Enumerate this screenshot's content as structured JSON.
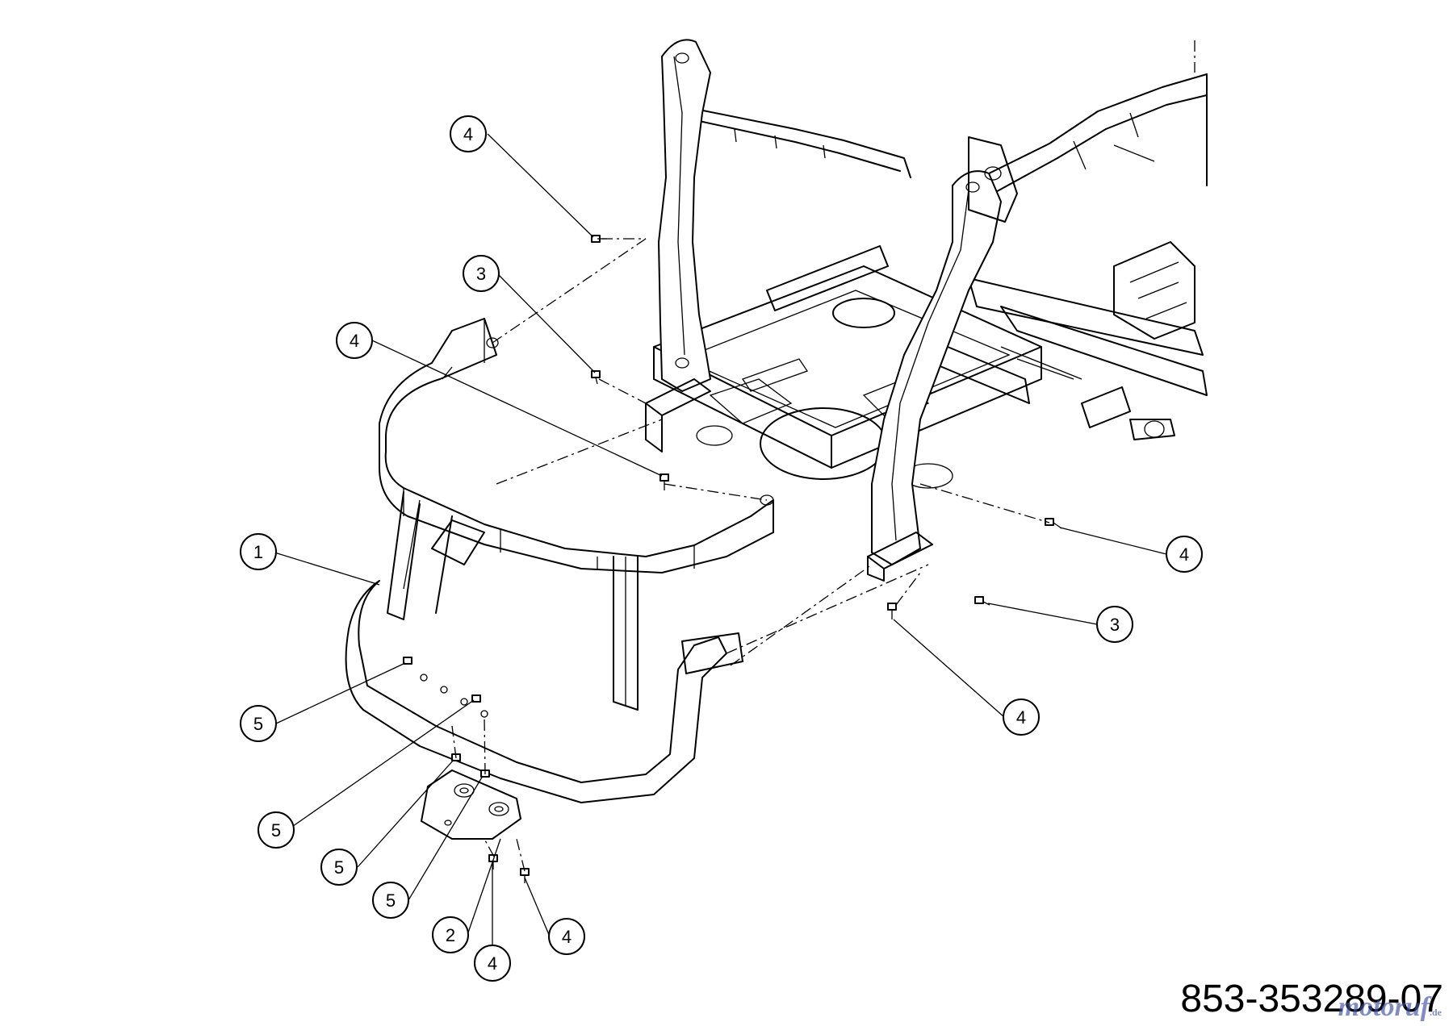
{
  "drawing": {
    "part_number": "853-353289-07",
    "watermark_text": "motoruf",
    "watermark_suffix": ".de"
  },
  "callouts": [
    {
      "id": "c1",
      "number": "4"
    },
    {
      "id": "c2",
      "number": "3"
    },
    {
      "id": "c3",
      "number": "4"
    },
    {
      "id": "c4",
      "number": "1"
    },
    {
      "id": "c5",
      "number": "5"
    },
    {
      "id": "c6",
      "number": "5"
    },
    {
      "id": "c7",
      "number": "5"
    },
    {
      "id": "c8",
      "number": "5"
    },
    {
      "id": "c9",
      "number": "2"
    },
    {
      "id": "c10",
      "number": "4"
    },
    {
      "id": "c11",
      "number": "4"
    },
    {
      "id": "c12",
      "number": "4"
    },
    {
      "id": "c13",
      "number": "3"
    },
    {
      "id": "c14",
      "number": "4"
    }
  ],
  "colors": {
    "line": "#000000",
    "background": "#ffffff",
    "watermark": "#3b4fa8"
  }
}
